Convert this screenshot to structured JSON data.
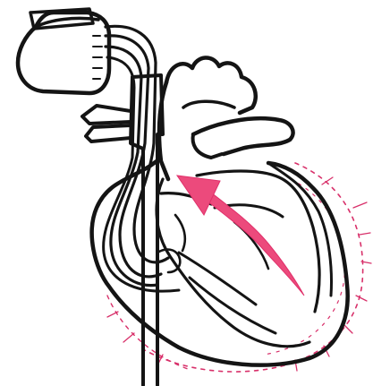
{
  "figure": {
    "subject": "pacemaker-heart-illustration",
    "parts": [
      "pulse-generator",
      "pacing-leads",
      "heart",
      "aorta",
      "pulmonary-artery",
      "vena-cava",
      "activation-arrow",
      "depolarization-wavefront"
    ]
  },
  "colors": {
    "ink": "#141414",
    "background": "#ffffff",
    "activation": "#e0306a",
    "activation_fill": "#ec4a7c",
    "wavefront": "#d8306a"
  }
}
